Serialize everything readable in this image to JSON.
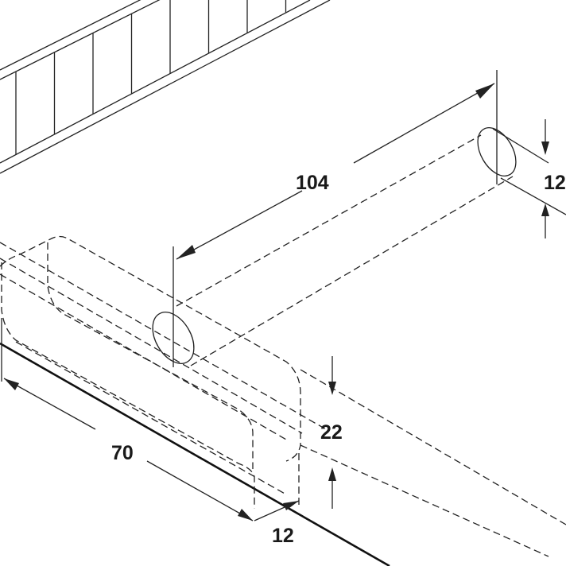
{
  "dimensions": {
    "spacing": "104",
    "pin_diameter": "12",
    "height": "22",
    "length": "70",
    "depth": "12"
  },
  "colors": {
    "line": "#222222",
    "background": "#ffffff"
  }
}
